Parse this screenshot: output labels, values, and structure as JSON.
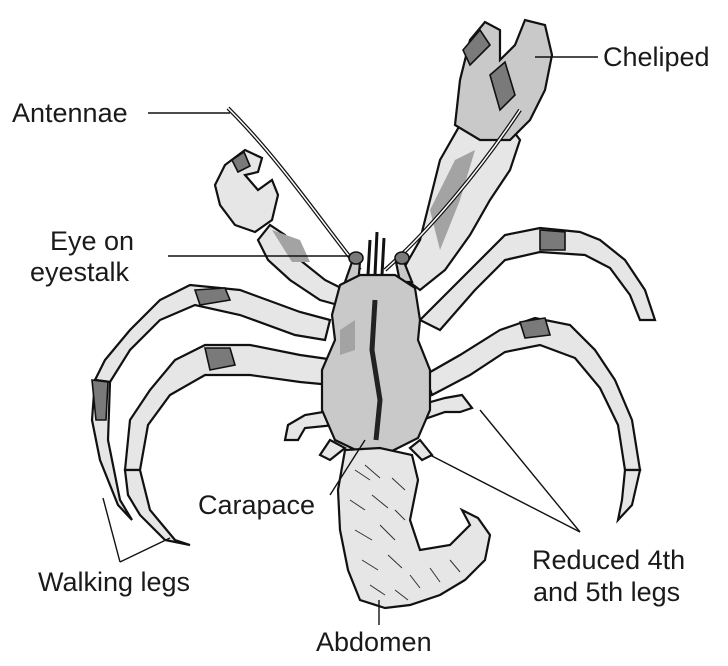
{
  "labels": {
    "cheliped": "Cheliped",
    "antennae": "Antennae",
    "eye_line1": "Eye on",
    "eye_line2": "eyestalk",
    "carapace": "Carapace",
    "walking_legs": "Walking legs",
    "reduced_line1": "Reduced 4th",
    "reduced_line2": "and 5th legs",
    "abdomen": "Abdomen"
  },
  "colors": {
    "ink": "#111111",
    "body_gray": "#c9c9c9",
    "light_gray": "#e6e6e6",
    "dark_gray": "#7a7a7a",
    "background": "#ffffff"
  }
}
